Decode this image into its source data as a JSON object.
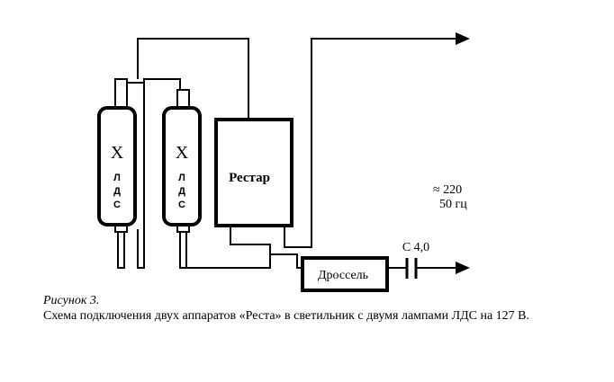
{
  "lamp_1": {
    "mark": "X",
    "chars": [
      "Л",
      "Д",
      "С"
    ]
  },
  "lamp_2": {
    "mark": "X",
    "chars": [
      "Л",
      "Д",
      "С"
    ]
  },
  "restar_label": "Рестар",
  "choke_label": "Дроссель",
  "capacitor_label": "С 4,0",
  "supply": {
    "voltage": "≈ 220",
    "frequency": "50 гц"
  },
  "caption": {
    "figure": "Рисунок 3.",
    "text": "Схема подключения двух аппаратов «Реста» в светильник с двумя лампами ЛДС на 127 В."
  }
}
